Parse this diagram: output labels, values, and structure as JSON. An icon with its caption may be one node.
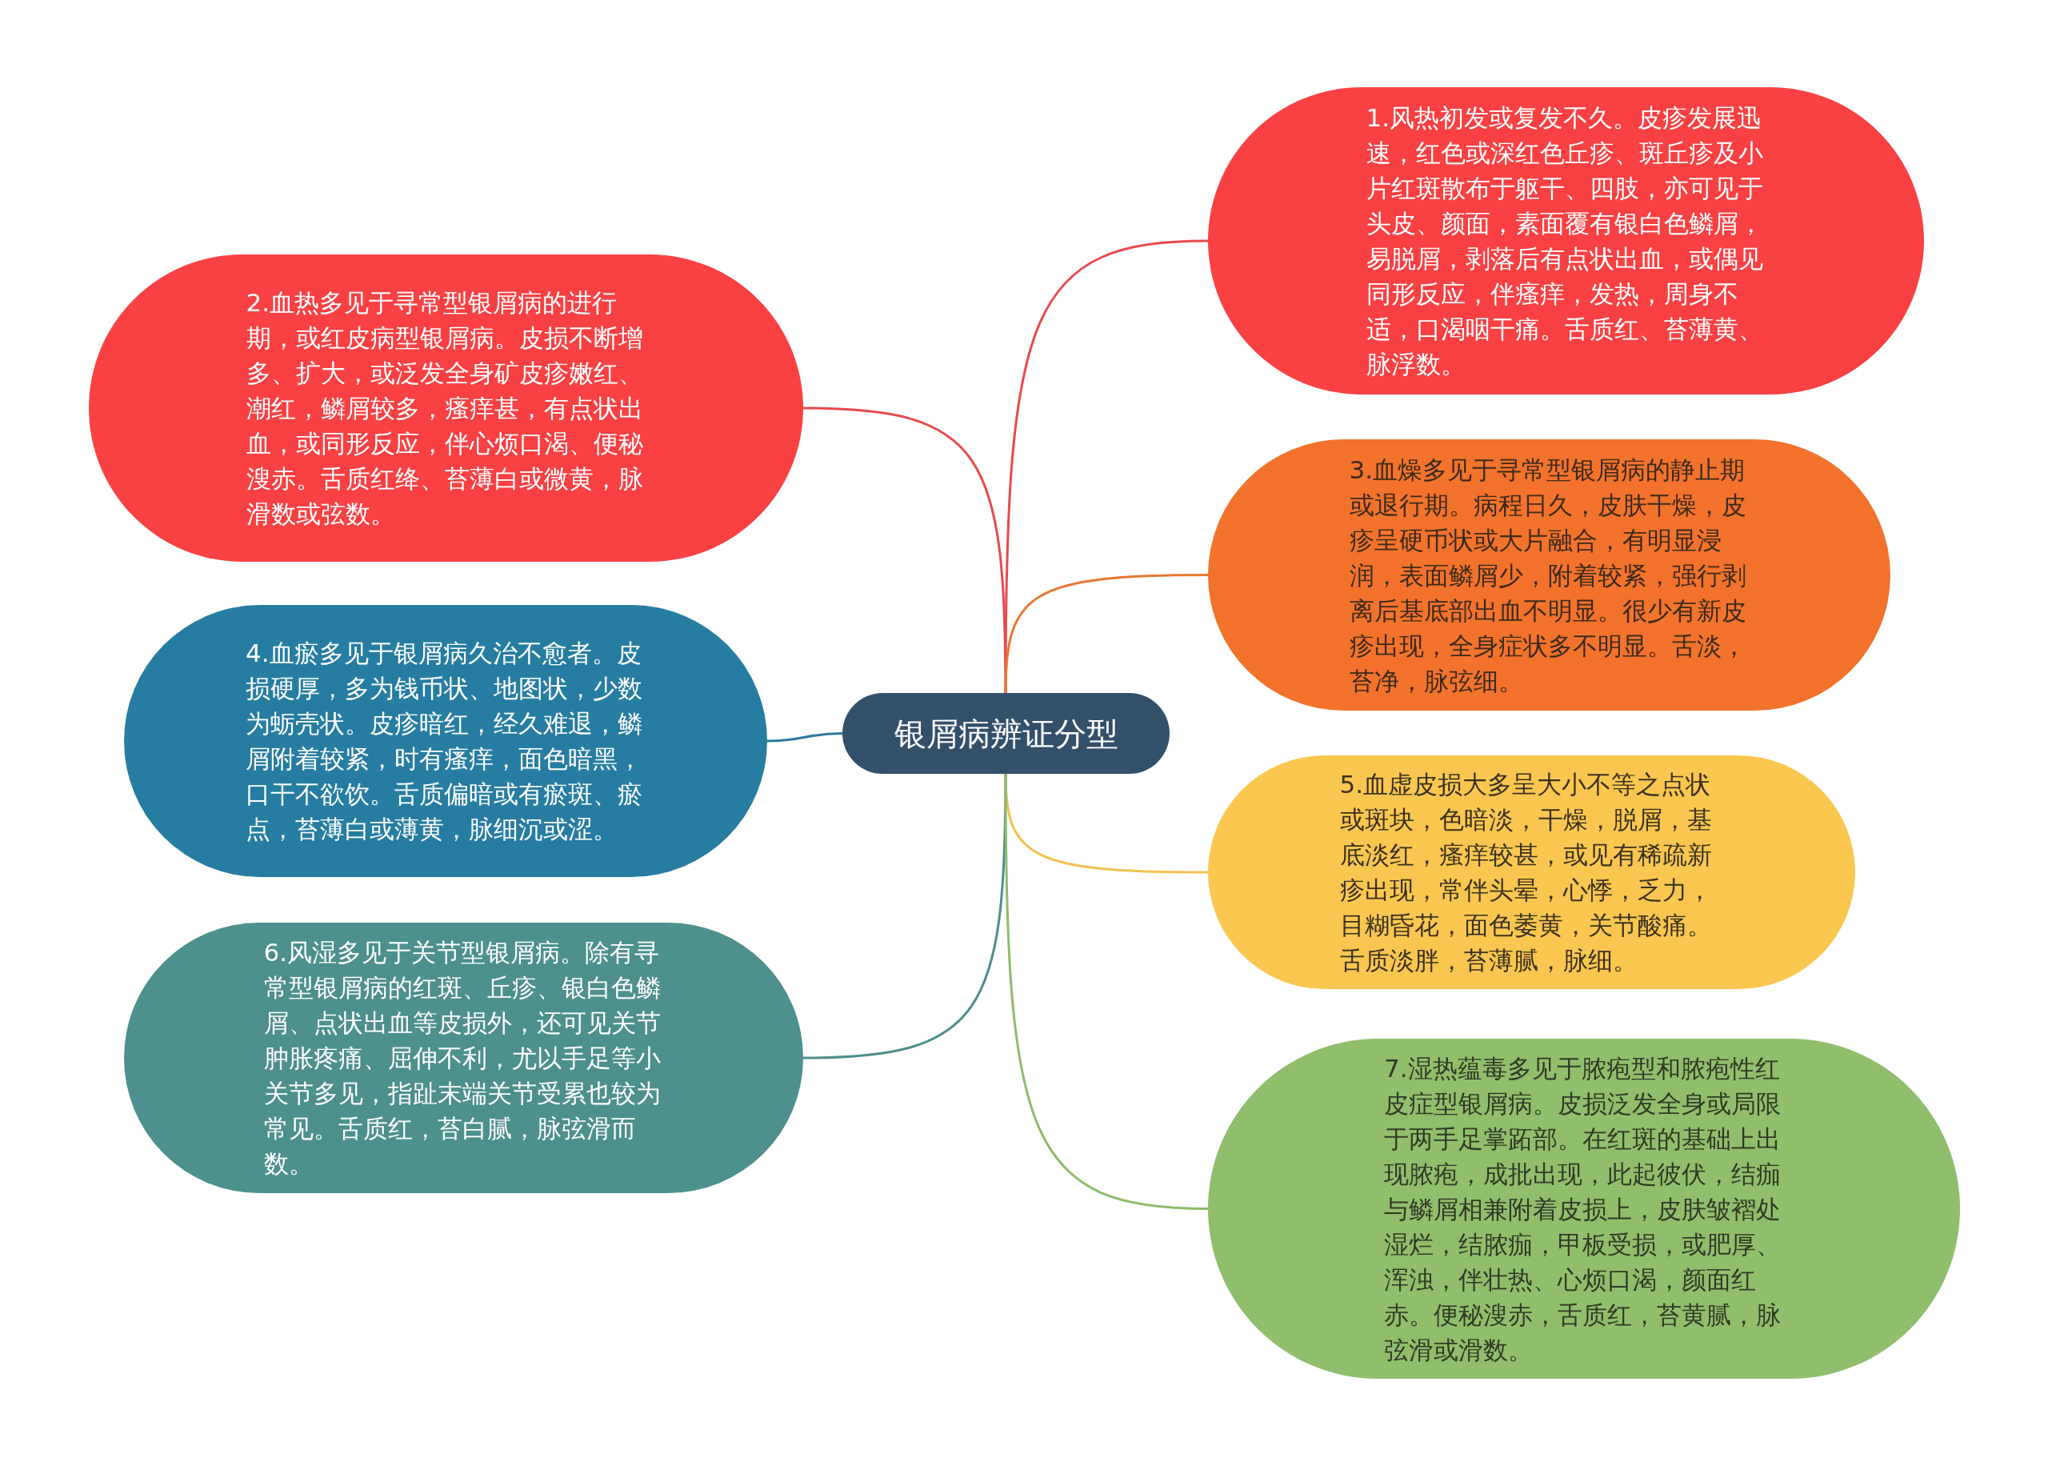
{
  "diagram": {
    "nodes": [
      {
        "text": [
          "银屑病辨证分型"
        ]
      },
      {
        "text": [
          "1.风热初发或复发不久。皮疹发展迅速，红色或深红色丘疹、斑丘疹及小片红斑散布于躯干、四肢，亦可见于头皮、颜面，素面覆有银白色鳞屑，易脱屑，剥落后有点状出血，或偶见同形反应，伴瘙痒，发热，周身不适，口渴咽干痛。舌质红、苔薄黄、脉浮数。"
        ]
      },
      {
        "text": [
          "2.血热多见于寻常型银屑病的进行期，或红皮病型银屑病。皮损不断增多、扩大，或泛发全身矿皮疹嫩红、潮红，鳞屑较多，瘙痒甚，有点状出血，或同形反应，伴心烦口渴、便秘溲赤。舌质红绛、苔薄白或微黄，脉滑数或弦数。"
        ]
      },
      {
        "text": [
          "3.血燥多见于寻常型银屑病的静止期或退行期。病程日久，皮肤干燥，皮疹呈硬币状或大片融合，有明显浸润，表面鳞屑少，附着较紧，强行剥离后基底部出血不明显。很少有新皮疹出现，全身症状多不明显。舌淡，苔净，脉弦细。"
        ]
      },
      {
        "text": [
          "4.血瘀多见于银屑病久治不愈者。皮损硬厚，多为钱币状、地图状，少数为蛎壳状。皮疹暗红，经久难退，鳞屑附着较紧，时有瘙痒，面色暗黑，口干不欲饮。舌质偏暗或有瘀斑、瘀点，苔薄白或薄黄，脉细沉或涩。"
        ]
      },
      {
        "text": [
          "5.血虚皮损大多呈大小不等之点状或斑块，色暗淡，干燥，脱屑，基底淡红，瘙痒较甚，或见有稀疏新疹出现，常伴头晕，心悸，乏力，目糊昏花，面色萎黄，关节酸痛。舌质淡胖，苔薄腻，脉细。"
        ]
      },
      {
        "text": [
          "6.风湿多见于关节型银屑病。除有寻常型银屑病的红斑、丘疹、银白色鳞屑、点状出血等皮损外，还可见关节肿胀疼痛、屈伸不利，尤以手足等小关节多见，指趾末端关节受累也较为常见。舌质红，苔白腻，脉弦滑而数。"
        ]
      },
      {
        "text": [
          "7.湿热蕴毒多见于脓疱型和脓疱性红皮症型银屑病。皮损泛发全身或局限于两手足掌跖部。在红斑的基础上出现脓疱，成批出现，此起彼伏，结痂与鳞屑相兼附着皮损上，皮肤皱褶处湿烂，结脓痂，甲板受损，或肥厚、浑浊，伴壮热、心烦口渴，颜面红赤。便秘溲赤，舌质红，苔黄腻，脉弦滑或滑数。"
        ]
      }
    ],
    "edges": [
      {
        "from": 0,
        "to": 1,
        "arrow": "none",
        "color": "#e84a4c"
      },
      {
        "from": 0,
        "to": 2,
        "arrow": "none",
        "color": "#e84a4c"
      },
      {
        "from": 0,
        "to": 3,
        "arrow": "none",
        "color": "#e8782f"
      },
      {
        "from": 0,
        "to": 4,
        "arrow": "none",
        "color": "#2a7aa0"
      },
      {
        "from": 0,
        "to": 5,
        "arrow": "none",
        "color": "#f2c24f"
      },
      {
        "from": 0,
        "to": 6,
        "arrow": "none",
        "color": "#4d8e8c"
      },
      {
        "from": 0,
        "to": 7,
        "arrow": "none",
        "color": "#8fbb6c"
      }
    ]
  }
}
